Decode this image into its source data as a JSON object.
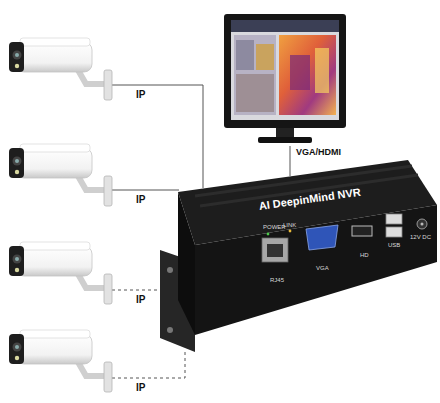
{
  "diagram": {
    "nodes": [
      {
        "text": [
          "AI DeepinMind NVR",
          "POWER",
          "LINK",
          "RJ45",
          "VGA",
          "HD",
          "USB",
          "12V DC"
        ]
      }
    ],
    "labels": [
      "IP",
      "IP",
      "IP",
      "IP",
      "VGA/HDMI"
    ]
  }
}
